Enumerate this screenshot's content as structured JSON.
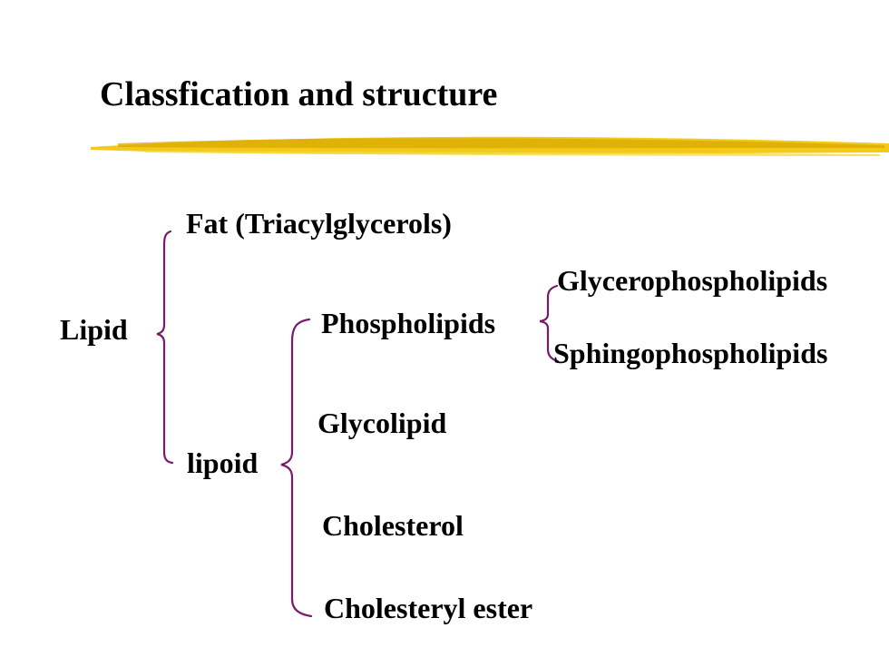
{
  "title": "Classfication and structure",
  "colors": {
    "bracket": "#7a1a6e",
    "underline": "#f2c400",
    "underline_dark": "#d9a800"
  },
  "tree": {
    "root": "Lipid",
    "fat": "Fat (Triacylglycerols)",
    "lipoid": "lipoid",
    "lipoid_children": {
      "phospholipids": "Phospholipids",
      "glycolipid": "Glycolipid",
      "cholesterol": "Cholesterol",
      "cholesteryl_ester": "Cholesteryl ester"
    },
    "phospholipid_children": {
      "glycero": "Glycerophospholipids",
      "sphingo": "Sphingophospholipids"
    }
  }
}
